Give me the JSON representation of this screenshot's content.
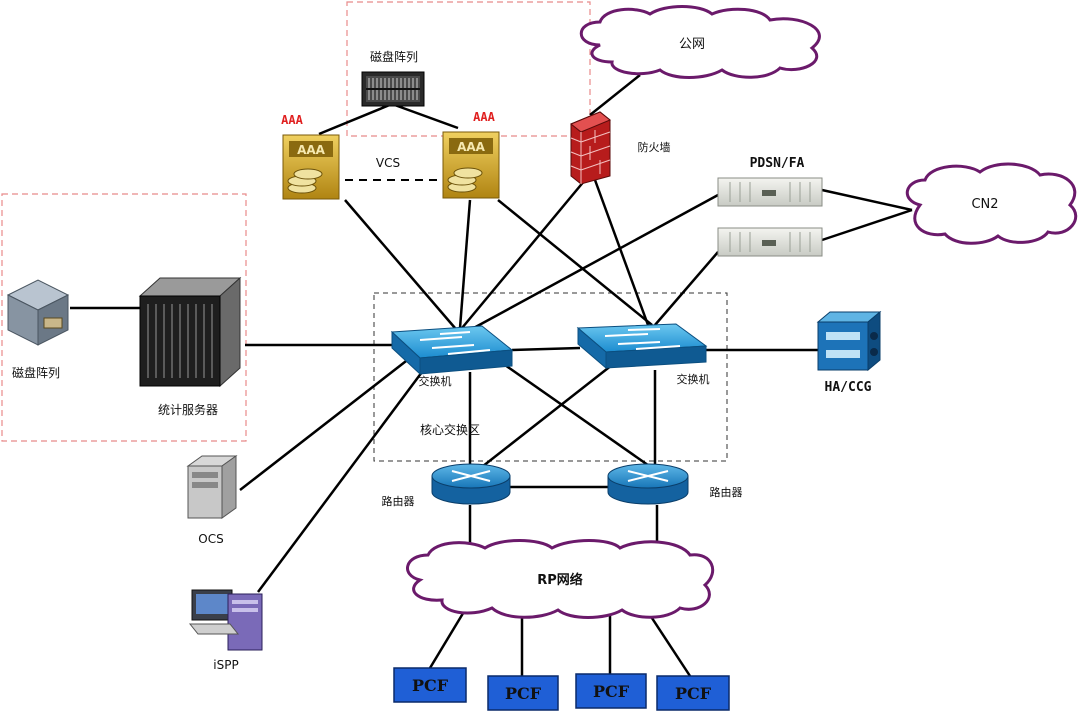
{
  "labels": {
    "disk_array_top": "磁盘阵列",
    "aaa_left": "AAA",
    "aaa_right": "AAA",
    "vcs": "VCS",
    "public_net": "公网",
    "firewall": "防火墙",
    "pdsn_fa": "PDSN/FA",
    "cn2": "CN2",
    "disk_array_left": "磁盘阵列",
    "stats_server": "统计服务器",
    "switch_left": "交换机",
    "switch_right": "交换机",
    "core_zone": "核心交换区",
    "ha_ccg": "HA/CCG",
    "ocs": "OCS",
    "router_left": "路由器",
    "router_right": "路由器",
    "rp_network": "RP网络",
    "ispp": "iSPP",
    "pcf_1": "PCF",
    "pcf_2": "PCF",
    "pcf_3": "PCF",
    "pcf_4": "PCF"
  },
  "colors": {
    "cloud_stroke": "#6b1a6b",
    "dashed_zone_red": "#e88a8a",
    "switch_blue": "#1e8fd0",
    "router_blue": "#1e7fc0",
    "pcf_fill": "#1f5fd6",
    "aaa_gold": "#c9a227",
    "firewall_red": "#c62828",
    "ha_blue": "#1d73b8",
    "label_red": "#e02020"
  },
  "icons": {
    "disk_array_top": "disk-array-icon",
    "aaa": "aaa-server-icon",
    "firewall": "firewall-icon",
    "pdsn": "rack-router-icon",
    "switch": "switch-icon",
    "router": "router-icon",
    "ha": "ha-ccg-icon",
    "server": "blade-server-icon",
    "storage": "storage-icon",
    "ocs": "tower-server-icon",
    "ispp": "workstation-icon",
    "cloud": "cloud-icon"
  }
}
